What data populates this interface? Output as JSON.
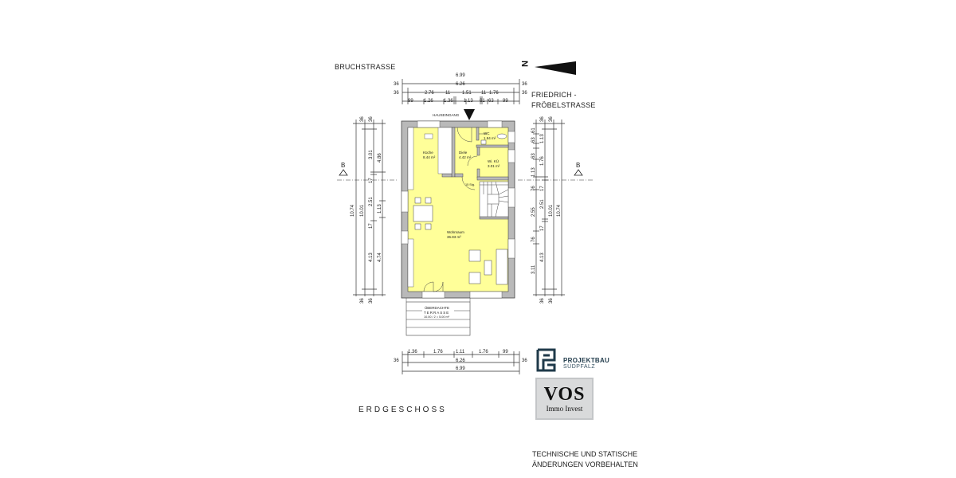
{
  "labels": {
    "street_top_left": "BRUCHSTRASSE",
    "street_top_right_1": "FRIEDRICH -",
    "street_top_right_2": "FRÖBELSTRASSE",
    "north_label": "N",
    "entrance_label": "HAUSEINGANG",
    "section_left": "B",
    "section_right": "B",
    "floor_title": "ERDGESCHOSS",
    "disclaimer_line1": "TECHNISCHE UND STATISCHE",
    "disclaimer_line2": "ÄNDERUNGEN VORBEHALTEN"
  },
  "rooms": [
    {
      "name": "Küche",
      "area": "8.44 m²"
    },
    {
      "name": "Diele",
      "area": "4.42 m²"
    },
    {
      "name": "WC",
      "area": "1.94 m²"
    },
    {
      "name": "Wi. KÜ",
      "area": "3.01 m²"
    },
    {
      "name": "Wohnraum",
      "area": "36.83 m²"
    },
    {
      "name": "ÜBERDACHTE",
      "area": "TERRASSE"
    },
    {
      "name": "10.00 / 2 = 5.00 m²",
      "area": ""
    }
  ],
  "stairs_label": "15 Stg.",
  "dimensions": {
    "top_row1": "6.99",
    "top_row2": "6.26",
    "top_row2_side": "36",
    "top_row3": [
      "2.76",
      "11",
      "1.51",
      "11",
      "1.76"
    ],
    "top_row4": [
      "99",
      "1.26",
      "1.36",
      "1.13",
      "61",
      "63",
      "99"
    ],
    "top_side": "36",
    "left_outer": "10.74",
    "left_inner": "10.01",
    "left_segments": [
      "3.01",
      "17",
      "2.51",
      "17",
      "4.13"
    ],
    "left_segments_b": [
      "4.86",
      "1.13",
      "4.74"
    ],
    "left_caps": [
      "36",
      "36"
    ],
    "right_outer": "10.74",
    "right_inner": "10.01",
    "right_segments": [
      "61",
      "63",
      "1.13",
      "63",
      "1.76",
      "1.13",
      "76",
      "2.55",
      "76",
      "3.11"
    ],
    "right_segments_b": [
      "1.13",
      "17",
      "2.51",
      "17",
      "4.13"
    ],
    "right_caps": [
      "36",
      "36"
    ],
    "bottom_row1": [
      "1.36",
      "1.76",
      "1.11",
      "1.76",
      "99"
    ],
    "bottom_row2": "6.26",
    "bottom_row3": "6.99",
    "bottom_side": "36"
  },
  "logos": {
    "projektbau_name": "PROJEKTBAU",
    "projektbau_sub": "SÜDPFALZ",
    "vos_main": "VOS",
    "vos_sub": "Immo Invest"
  },
  "colors": {
    "room_fill": "#ffff99",
    "wall_fill": "#b9b9b9",
    "wall_outline": "#444444",
    "logo_dark": "#1f3a4a"
  }
}
